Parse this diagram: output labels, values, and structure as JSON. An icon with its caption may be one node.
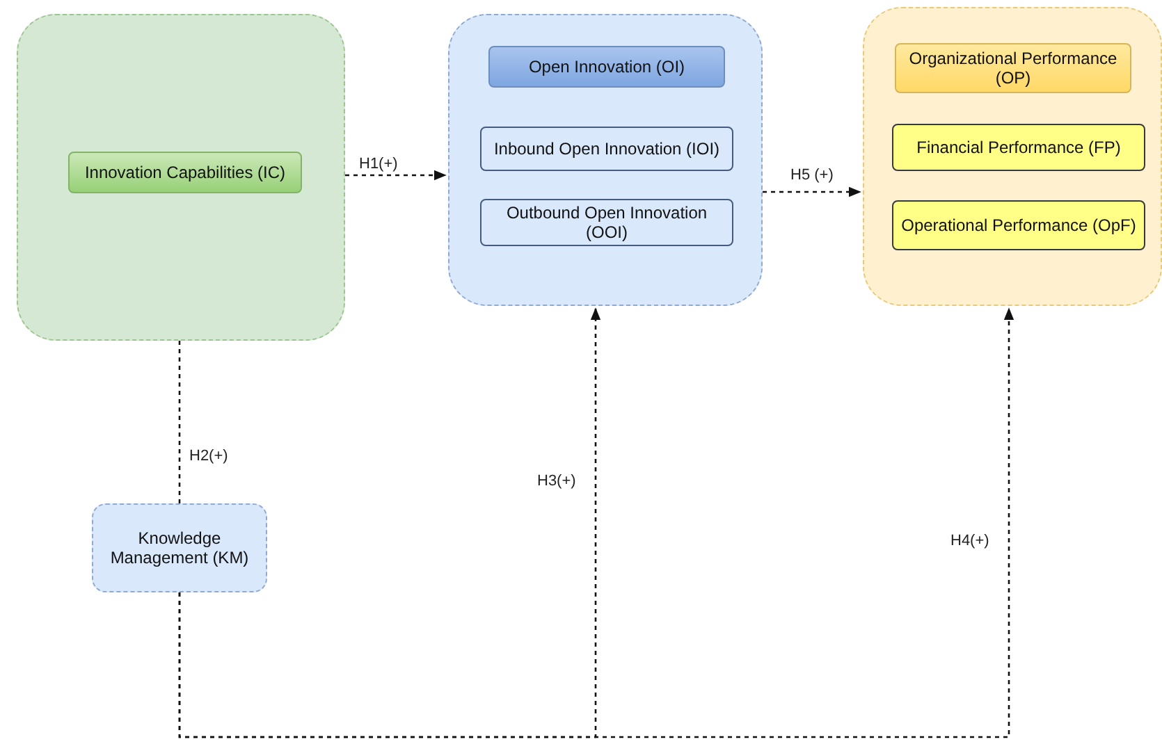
{
  "diagram": {
    "nodes": [
      {
        "text": [],
        "shape": "box"
      },
      {
        "text": [
          "Innovation Capabilities (IC)"
        ],
        "in": 0
      },
      {
        "text": [],
        "shape": "box"
      },
      {
        "text": [
          "Open Innovation (OI)"
        ],
        "in": 2
      },
      {
        "text": [
          "Inbound Open Innovation (IOI)"
        ],
        "in": 2
      },
      {
        "text": [
          "Outbound Open Innovation (OOI)"
        ],
        "in": 2
      },
      {
        "text": [],
        "shape": "box"
      },
      {
        "text": [
          "Organizational Performance (OP)"
        ],
        "in": 6
      },
      {
        "text": [
          "Financial Performance (FP)"
        ],
        "in": 6
      },
      {
        "text": [
          "Operational Performance (OpF)"
        ],
        "in": 6
      },
      {
        "text": [
          "Knowledge Management (KM)"
        ]
      }
    ],
    "edges": [
      {
        "from": 0,
        "to": 2,
        "arrow": "to",
        "label": "H1(+)",
        "style": "dashed"
      },
      {
        "from": 2,
        "to": 6,
        "arrow": "to",
        "label": "H5 (+)",
        "style": "dashed"
      },
      {
        "from": 10,
        "to": 0,
        "arrow": "none",
        "label": "H2(+)",
        "style": "dashed"
      },
      {
        "from": 10,
        "to": 2,
        "arrow": "to",
        "label": "H3(+)",
        "style": "dashed"
      },
      {
        "from": 10,
        "to": 6,
        "arrow": "to",
        "label": "H4(+)",
        "style": "dashed"
      }
    ]
  }
}
